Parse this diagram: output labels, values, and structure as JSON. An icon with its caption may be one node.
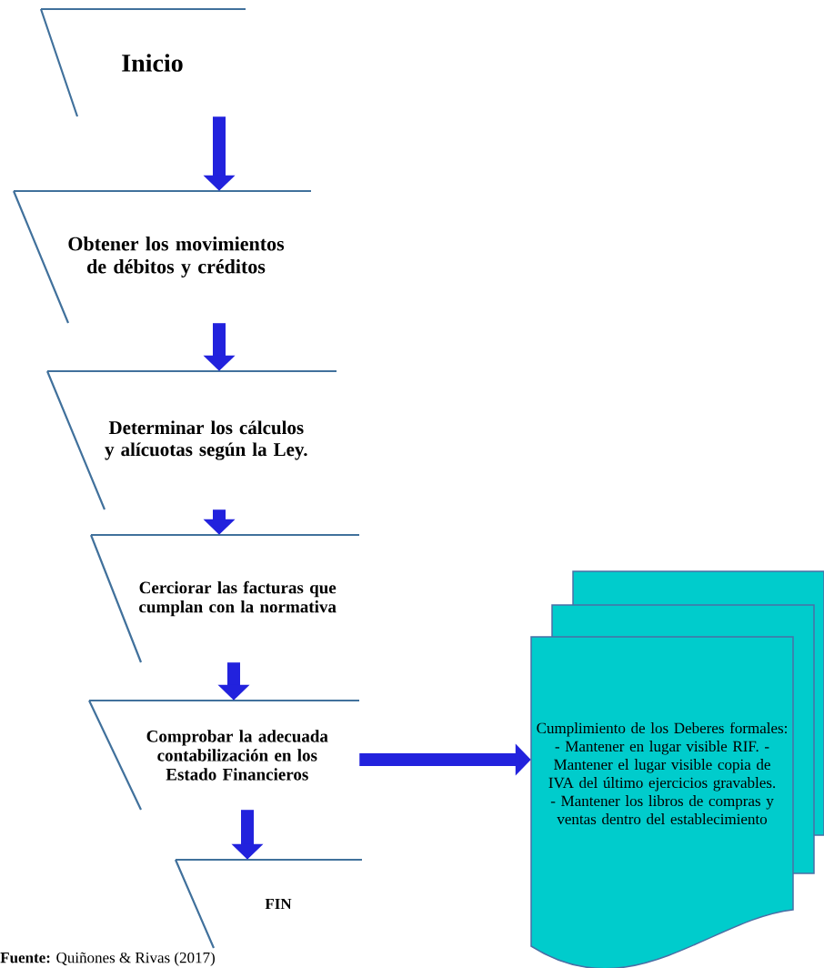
{
  "diagram": {
    "caption": "**Fuente:** Quiñones & Rivas (2017)",
    "nodes": [
      {
        "text": [
          "Inicio"
        ]
      },
      {
        "text": [
          "Obtener los movimientos de débitos y créditos"
        ]
      },
      {
        "text": [
          "Determinar los cálculos y alícuotas según la Ley."
        ]
      },
      {
        "text": [
          "Cerciorar las facturas que cumplan con la normativa"
        ]
      },
      {
        "text": [
          "Comprobar la adecuada contabilización en los Estado Financieros"
        ]
      },
      {
        "text": [
          "FIN"
        ]
      },
      {
        "text": [
          "Cumplimiento de los Deberes formales: - Mantener en lugar visible RIF. - Mantener el lugar visible copia de IVA del último ejercicios gravables. - Mantener los libros de compras y ventas dentro del establecimiento"
        ]
      }
    ],
    "edges": [
      {
        "from": 0,
        "to": 1,
        "arrow": "to"
      },
      {
        "from": 1,
        "to": 2,
        "arrow": "to"
      },
      {
        "from": 2,
        "to": 3,
        "arrow": "to"
      },
      {
        "from": 3,
        "to": 4,
        "arrow": "to"
      },
      {
        "from": 4,
        "to": 5,
        "arrow": "to"
      },
      {
        "from": 4,
        "to": 6,
        "arrow": "to"
      }
    ]
  }
}
